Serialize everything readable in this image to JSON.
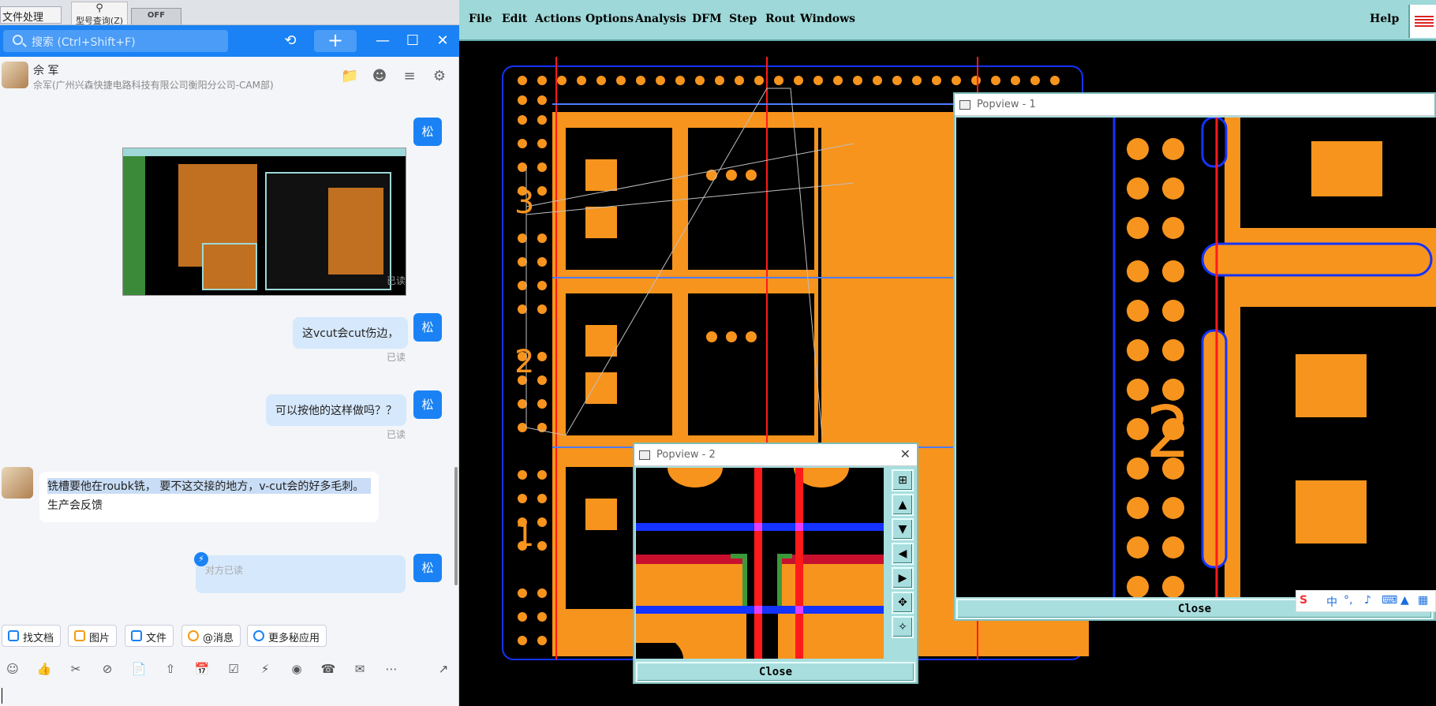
{
  "taskbar": {
    "file_process": "文件处理",
    "query": "型号查询(Z)",
    "toggle": "OFF"
  },
  "chat": {
    "search_placeholder": "搜索 (Ctrl+Shift+F)",
    "contact": {
      "name": "佘 军",
      "sub": "佘军(广州兴森快捷电路科技有限公司衡阳分公司-CAM部)"
    },
    "self_badge": "松",
    "messages": [
      {
        "text": "这vcut会cut伤边，",
        "status": "已读"
      },
      {
        "text": "可以按他的这样做吗？？",
        "status": "已读"
      },
      {
        "text": "铣槽要他在roubk铣，  要不这交接的地方，v-cut会的好多毛刺。",
        "text2": "生产会反馈"
      },
      {
        "text": "对方已读"
      }
    ],
    "image_status": "已读",
    "toolbar": [
      "找文档",
      "图片",
      "文件",
      "@消息",
      "更多秘应用"
    ]
  },
  "cad": {
    "menu": [
      "File",
      "Edit",
      "Actions",
      "Options",
      "Analysis",
      "DFM",
      "Step",
      "Rout",
      "Windows"
    ],
    "help": "Help",
    "popview1": {
      "title": "Popview - 1",
      "close": "Close"
    },
    "popview2": {
      "title": "Popview - 2",
      "close": "Close"
    },
    "labels": [
      "3",
      "2",
      "1"
    ],
    "pop1_label": "2"
  },
  "ime": {
    "items": [
      "中",
      "°,"
    ]
  },
  "colors": {
    "pcb": "#f7941d",
    "blue": "#1a82f4",
    "cyan": "#9ed8d8"
  }
}
